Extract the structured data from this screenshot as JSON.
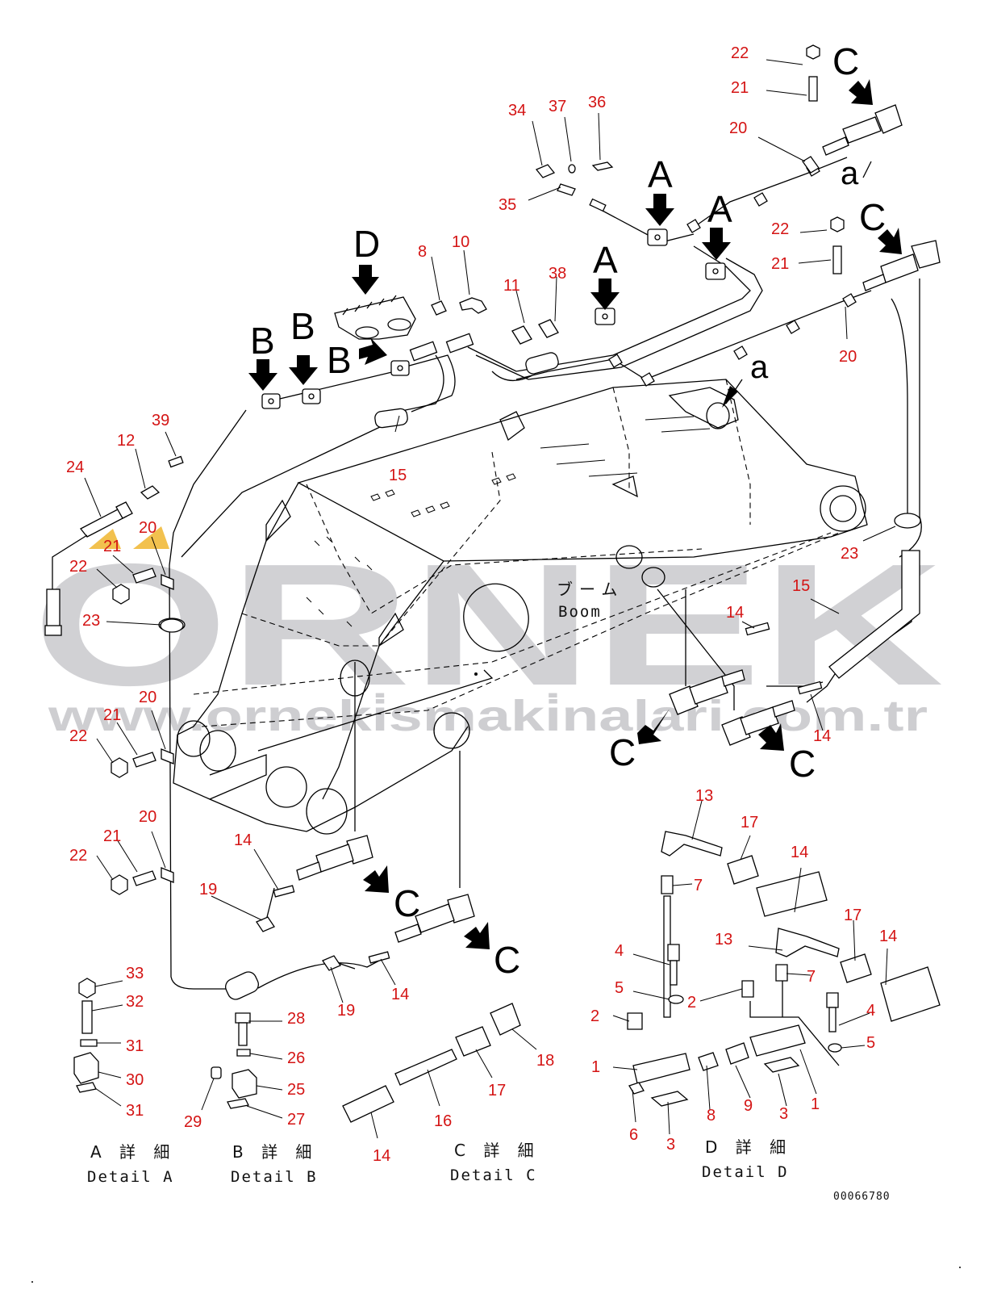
{
  "watermark": {
    "brand": "ORNEK",
    "url": "www.orneki̇smaki̇nalari.com.tr",
    "accent_color": "#f2c14e",
    "text_color": "#c9c9cd"
  },
  "drawing_code": "00066780",
  "boom_label": {
    "jp": "ブーム",
    "en": "Boom"
  },
  "view_letters": {
    "A": "A",
    "B": "B",
    "C": "C",
    "D": "D",
    "a": "a"
  },
  "details": {
    "A": {
      "jp": "A 詳 細",
      "en": "Detail A"
    },
    "B": {
      "jp": "B 詳 細",
      "en": "Detail B"
    },
    "C": {
      "jp": "C 詳 細",
      "en": "Detail C"
    },
    "D": {
      "jp": "D 詳 細",
      "en": "Detail D"
    }
  },
  "callouts": {
    "n1": "1",
    "n2": "2",
    "n3": "3",
    "n4": "4",
    "n5": "5",
    "n6": "6",
    "n7": "7",
    "n8": "8",
    "n9": "9",
    "n10": "10",
    "n11": "11",
    "n12": "12",
    "n13": "13",
    "n14": "14",
    "n15": "15",
    "n16": "16",
    "n17": "17",
    "n18": "18",
    "n19": "19",
    "n20": "20",
    "n21": "21",
    "n22": "22",
    "n23": "23",
    "n24": "24",
    "n25": "25",
    "n26": "26",
    "n27": "27",
    "n28": "28",
    "n29": "29",
    "n30": "30",
    "n31": "31",
    "n32": "32",
    "n33": "33",
    "n34": "34",
    "n35": "35",
    "n36": "36",
    "n37": "37",
    "n38": "38",
    "n39": "39"
  },
  "colors": {
    "callout": "#d41414",
    "line": "#000000"
  }
}
